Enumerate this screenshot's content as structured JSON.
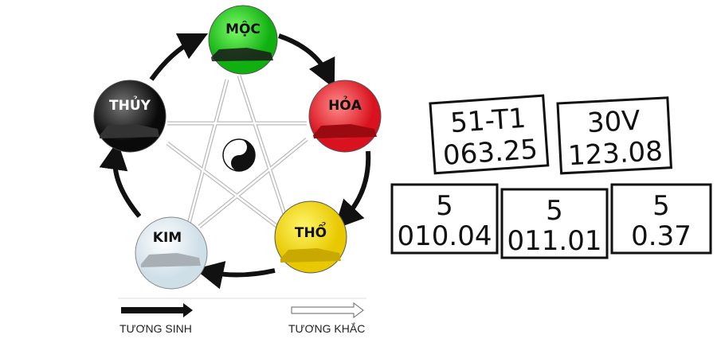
{
  "elements": [
    {
      "label": "MỘC",
      "color": "#1fd61f"
    },
    {
      "label": "HỎA",
      "color": "#e8222c"
    },
    {
      "label": "THỔ",
      "color": "#f2df00"
    },
    {
      "label": "KIM",
      "color": "#e6eef2"
    },
    {
      "label": "THỦY",
      "color": "#1a1a1a"
    }
  ],
  "legend": {
    "generating": "TƯƠNG SINH",
    "overcoming": "TƯƠNG KHẮC"
  },
  "plates": [
    {
      "line1": "5",
      "line2": "010.04"
    },
    {
      "line1": "5",
      "line2": "011.01"
    },
    {
      "line1": "5",
      "line2": "0.37"
    },
    {
      "line1": "51-T1",
      "line2": "063.25"
    },
    {
      "line1": "30V",
      "line2": "123.08"
    }
  ]
}
